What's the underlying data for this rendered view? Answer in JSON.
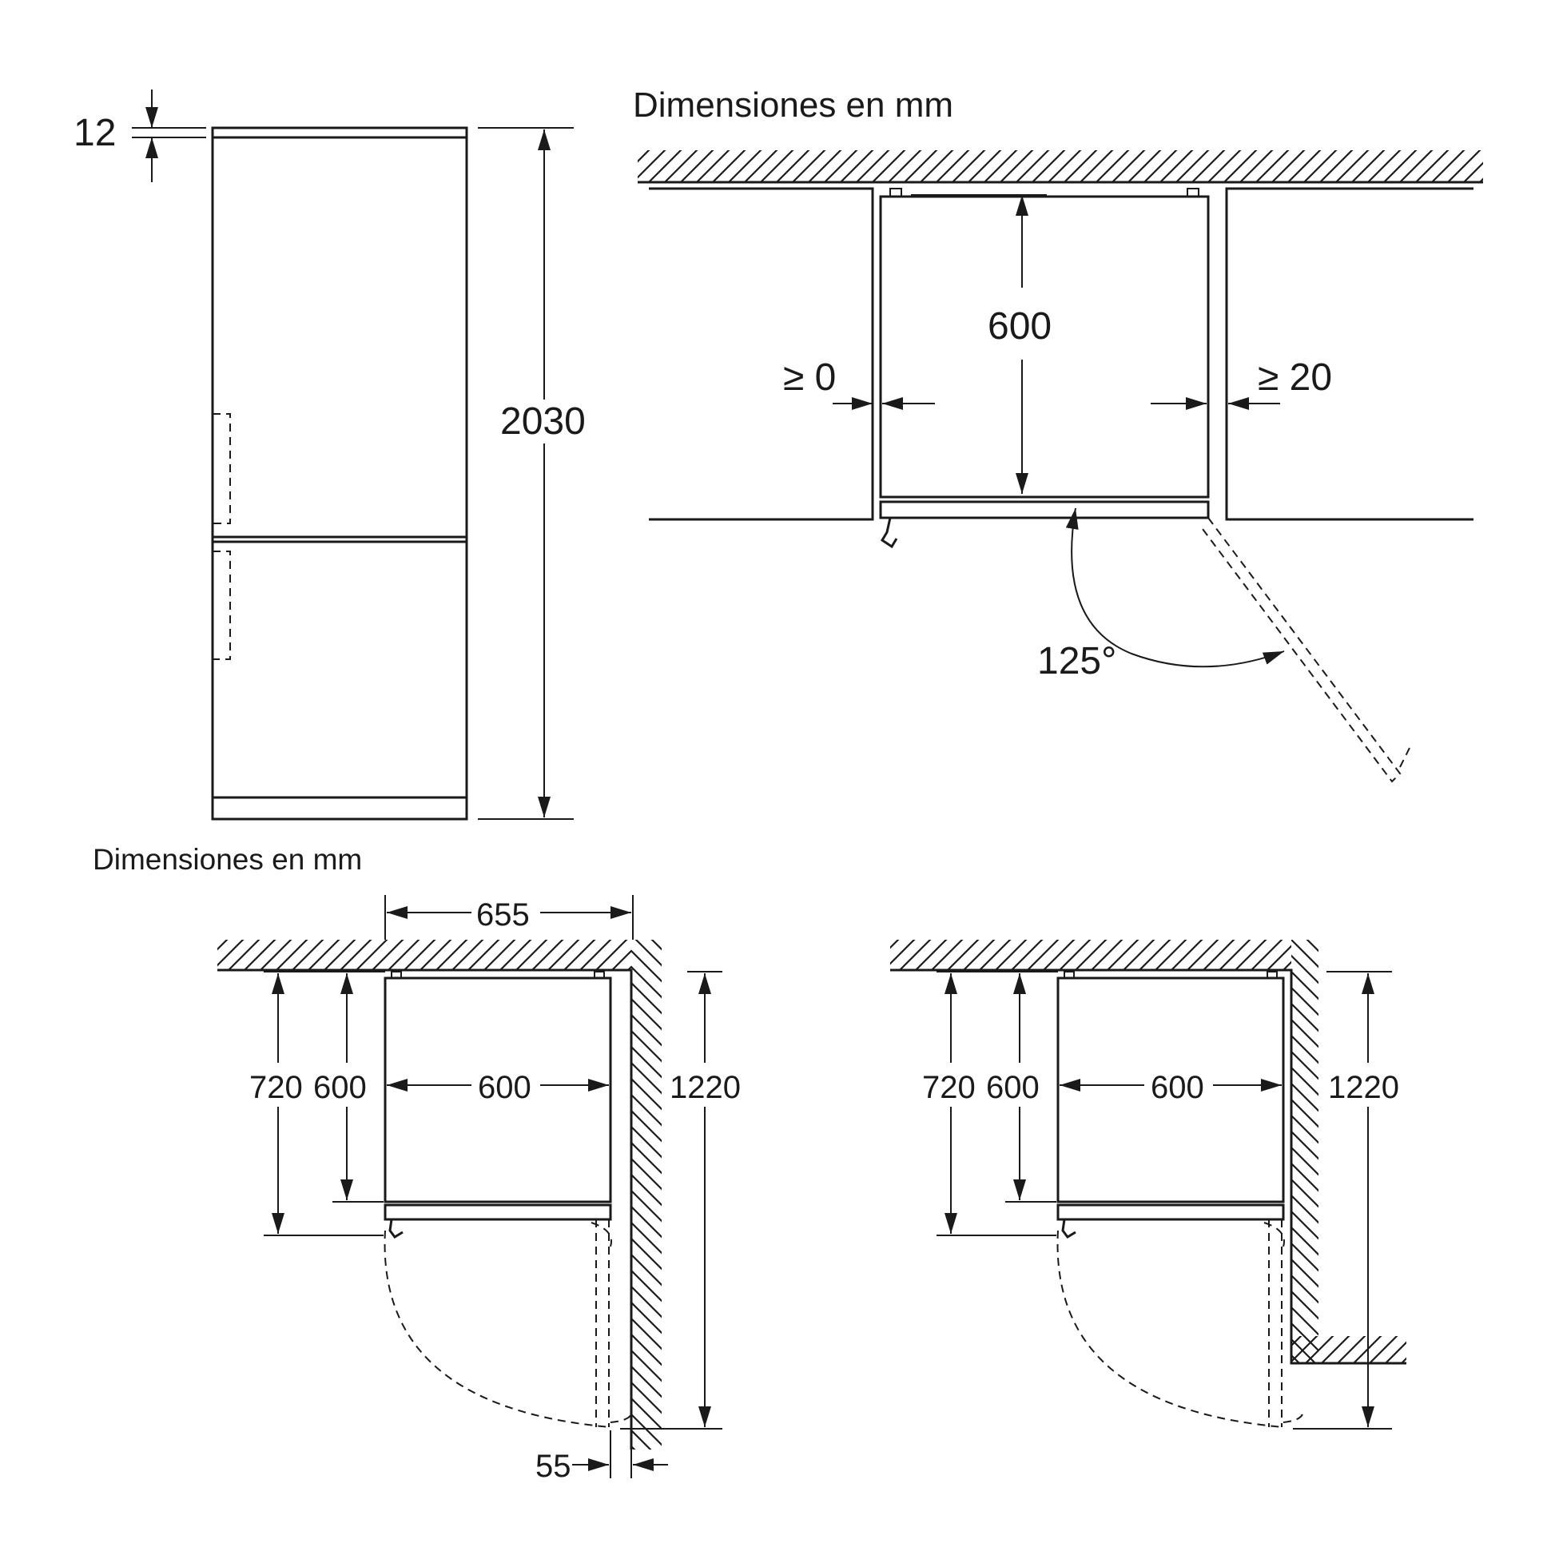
{
  "captions": {
    "top": "Dimensiones en mm",
    "bottom": "Dimensiones en mm"
  },
  "front_view": {
    "top_gap": "12",
    "height": "2030"
  },
  "top_view": {
    "depth": "600",
    "left_gap": "≥ 0",
    "right_gap": "≥ 20",
    "door_angle": "125°"
  },
  "plan_left": {
    "overall_width": "655",
    "open_depth": "720",
    "body_depth": "600",
    "body_width": "600",
    "swing_depth": "1220",
    "wall_offset": "55"
  },
  "plan_right": {
    "open_depth": "720",
    "body_depth": "600",
    "body_width": "600",
    "swing_depth": "1220"
  },
  "colors": {
    "line": "#1a1a1a",
    "background": "#ffffff"
  }
}
